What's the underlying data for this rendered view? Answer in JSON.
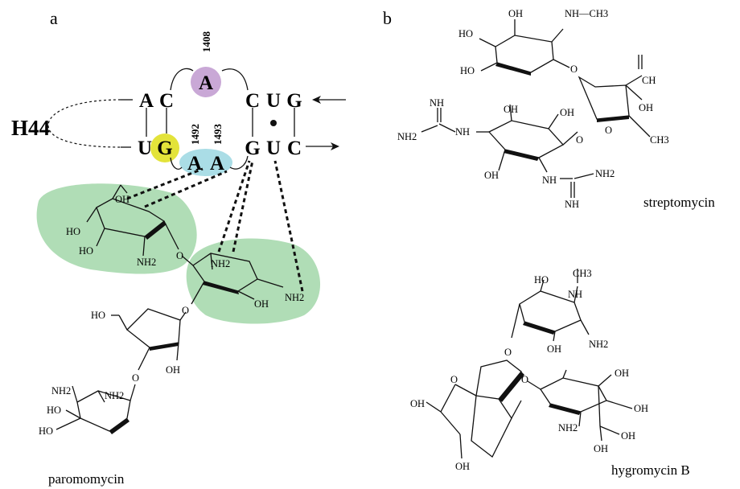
{
  "panels": {
    "a": "a",
    "b": "b"
  },
  "helix": {
    "label": "H44",
    "top_strand": [
      "A",
      "C",
      "C",
      "U",
      "G"
    ],
    "bottom_strand": [
      "U",
      "G",
      "G",
      "U",
      "C"
    ],
    "bulge_a1408": "A",
    "a1492": "A",
    "a1493": "A",
    "num_1408": "1408",
    "num_1492": "1492",
    "num_1493": "1493"
  },
  "colors": {
    "a1408": "#c9a8d6",
    "g_yellow": "#e3e33a",
    "aa_cyan": "#aadde6",
    "binding_green": "#a7d9ae"
  },
  "paromomycin": {
    "name": "paromomycin",
    "ring1": {
      "oh_top": "OH",
      "ho_left": "HO",
      "ho_bottom": "HO",
      "nh2": "NH2"
    },
    "ring2": {
      "nh2_top": "NH2",
      "o_link": "O",
      "oh": "OH",
      "nh2_right": "NH2"
    },
    "ribose": {
      "ho_top": "HO",
      "oh": "OH"
    },
    "ring4": {
      "nh2_a": "NH2",
      "nh2_b": "NH2",
      "ho_a": "HO",
      "ho_b": "HO"
    }
  },
  "streptomycin": {
    "name": "streptomycin",
    "oh1": "OH",
    "nh_ch3": "NH—CH3",
    "ho1": "HO",
    "ho2": "HO",
    "o1": "O",
    "cho": "CH",
    "oh2": "OH",
    "ch3": "CH3",
    "nh_a": "NH",
    "nh2_a": "NH2",
    "nh_b": "NH",
    "oh3": "OH",
    "oh4": "OH",
    "oh5": "OH",
    "o2": "O",
    "nh_c": "NH",
    "nh2_b": "NH2",
    "nh_d": "NH"
  },
  "hygromycin": {
    "name": "hygromycin B",
    "ch3": "CH3",
    "nh": "NH",
    "ho1": "HO",
    "oh1": "OH",
    "nh2": "NH2",
    "oh2": "OH",
    "oh3": "OH",
    "oh4": "OH",
    "oh5": "OH",
    "nh2_b": "NH2",
    "oh6": "OH",
    "oh7": "OH"
  }
}
